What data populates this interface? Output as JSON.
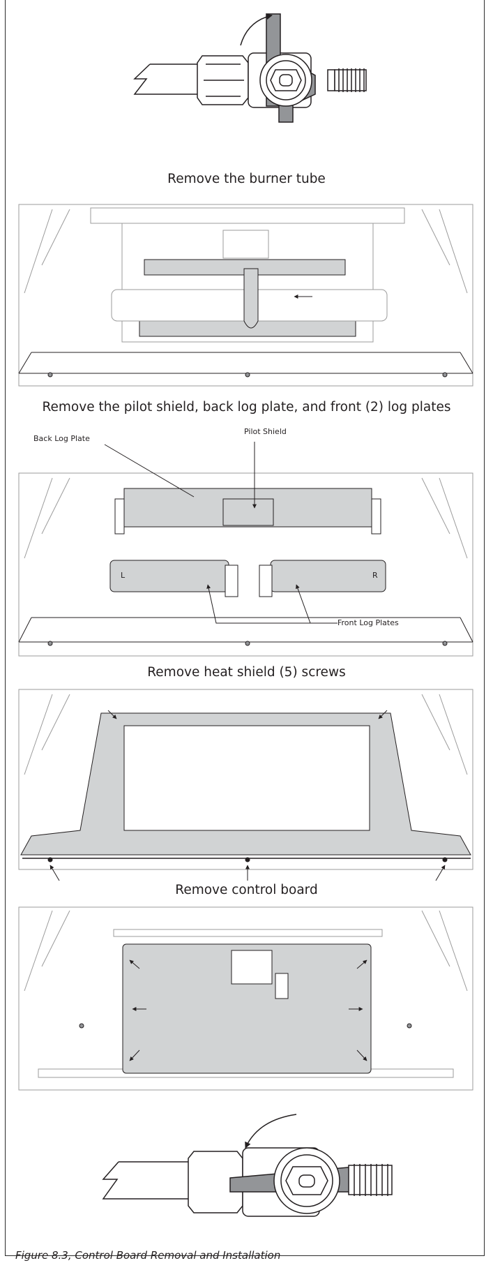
{
  "captions": {
    "step1": "Remove the burner tube",
    "step2": "Remove the pilot shield, back log plate, and front (2) log plates",
    "step3": "Remove heat shield (5) screws",
    "step4": "Remove control board"
  },
  "labels": {
    "back_log_plate": "Back Log Plate",
    "pilot_shield": "Pilot Shield",
    "front_log_plates": "Front Log Plates",
    "left": "L",
    "right": "R"
  },
  "figure_caption": "Figure 8.3, Control Board Removal and Installation",
  "colors": {
    "line": "#231f20",
    "plate_fill": "#d1d3d4",
    "tube_fill": "#939598",
    "light_line": "#9b9b9b"
  }
}
